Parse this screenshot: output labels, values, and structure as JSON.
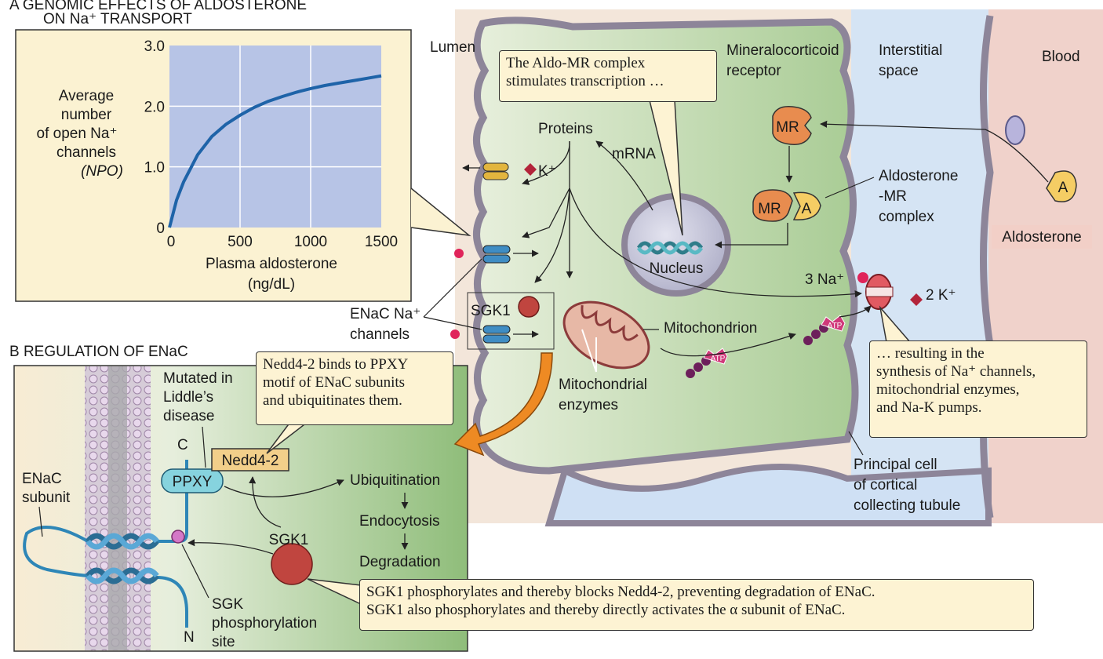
{
  "panel_a": {
    "header_line1": "A   GENOMIC EFFECTS OF ALDOSTERONE",
    "header_line2": "ON Na⁺ TRANSPORT",
    "graph": {
      "y_label": [
        "Average",
        "number",
        "of open Na⁺",
        "channels",
        "(NPO)"
      ],
      "x_label": [
        "Plasma aldosterone",
        "(ng/dL)"
      ],
      "y_ticks": [
        "0",
        "1.0",
        "2.0",
        "3.0"
      ],
      "x_ticks": [
        "0",
        "500",
        "1000",
        "1500"
      ]
    }
  },
  "chart_data": {
    "type": "line",
    "x": [
      0,
      50,
      100,
      200,
      300,
      400,
      500,
      600,
      700,
      800,
      900,
      1000,
      1100,
      1200,
      1300,
      1400,
      1500
    ],
    "y": [
      0,
      0.45,
      0.75,
      1.2,
      1.5,
      1.7,
      1.85,
      1.98,
      2.08,
      2.16,
      2.23,
      2.29,
      2.34,
      2.38,
      2.42,
      2.46,
      2.5
    ],
    "xlabel": "Plasma aldosterone (ng/dL)",
    "ylabel": "Average number of open Na⁺ channels (NPO)",
    "xlim": [
      0,
      1500
    ],
    "ylim": [
      0,
      3.0
    ],
    "grid": true,
    "line_color": "#1e63a8",
    "plot_bg": "#b7c4e6"
  },
  "cell": {
    "lumen": "Lumen",
    "interstitial": [
      "Interstitial",
      "space"
    ],
    "blood": "Blood",
    "proteins": "Proteins",
    "k_left": "K⁺",
    "mrna": "mRNA",
    "nucleus": "Nucleus",
    "mineralocorticoid": [
      "Mineralocorticoid",
      "receptor"
    ],
    "mr": "MR",
    "a": "A",
    "aldo_mr_complex": [
      "Aldosterone",
      "-MR",
      "complex"
    ],
    "aldosterone": "Aldosterone",
    "na3": "3 Na⁺",
    "k2": "2 K⁺",
    "sgk1": "SGK1",
    "enac_channels": [
      "ENaC Na⁺",
      "channels"
    ],
    "mitochondrion": "Mitochondrion",
    "mito_enzymes": [
      "Mitochondrial",
      "enzymes"
    ],
    "atp": "ATP",
    "principal_cell": [
      "Principal cell",
      "of cortical",
      "collecting tubule"
    ]
  },
  "callouts": {
    "aldo_mr": [
      "The Aldo-MR complex",
      "stimulates transcription …"
    ],
    "resulting": [
      "… resulting in the",
      "synthesis of Na⁺ channels,",
      "mitochondrial enzymes,",
      "and Na-K pumps."
    ],
    "nedd": [
      "Nedd4-2 binds to PPXY",
      "motif of ENaC subunits",
      "and ubiquitinates them."
    ],
    "sgk": [
      "SGK1 phosphorylates and thereby blocks Nedd4-2, preventing degradation of ENaC.",
      "SGK1 also phosphorylates and thereby directly activates the α subunit of ENaC."
    ]
  },
  "panel_b": {
    "header": "B   REGULATION OF ENaC",
    "mutated": [
      "Mutated in",
      "Liddle’s",
      "disease"
    ],
    "c": "C",
    "n": "N",
    "nedd": "Nedd4-2",
    "ppxy": "PPXY",
    "enac_subunit": [
      "ENaC",
      "subunit"
    ],
    "sgk_site": [
      "SGK",
      "phosphorylation",
      "site"
    ],
    "sgk1": "SGK1",
    "steps": [
      "Ubiquitination",
      "Endocytosis",
      "Degradation"
    ]
  },
  "colors": {
    "cream": "#fbf2d2",
    "cell_green": "#b9d6a8",
    "membrane": "#9a8fa6",
    "interstitial_blue": "#cfe0f4",
    "blood_pink": "#f2d6d0",
    "sgk_red": "#c0453f"
  }
}
